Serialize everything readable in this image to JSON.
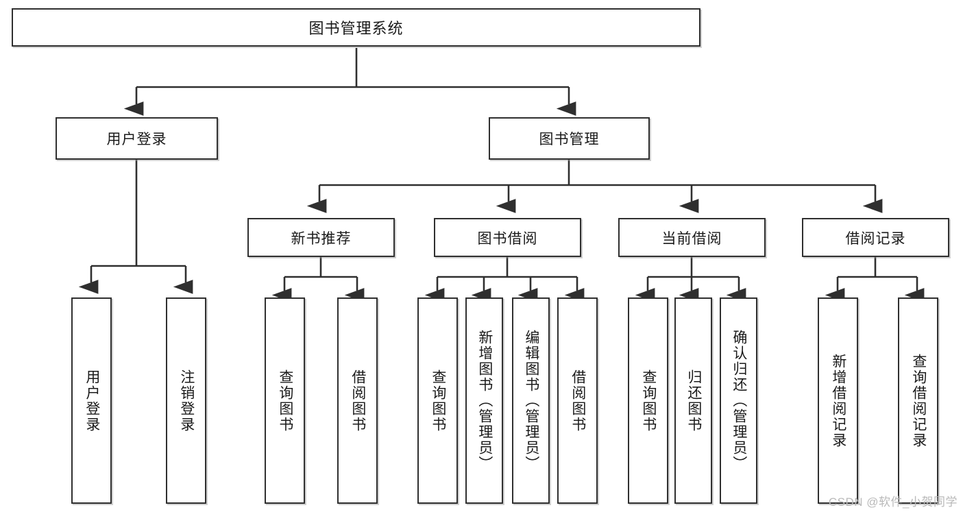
{
  "diagram": {
    "title": "图书管理系统",
    "type": "tree",
    "root": {
      "label": "图书管理系统"
    },
    "level1": [
      {
        "label": "用户登录"
      },
      {
        "label": "图书管理"
      }
    ],
    "level2": [
      {
        "label": "新书推荐"
      },
      {
        "label": "图书借阅"
      },
      {
        "label": "当前借阅"
      },
      {
        "label": "借阅记录"
      }
    ],
    "leaves": {
      "user_login": [
        {
          "label": "用户登录"
        },
        {
          "label": "注销登录"
        }
      ],
      "new_book_recommend": [
        {
          "label": "查询图书"
        },
        {
          "label": "借阅图书"
        }
      ],
      "book_borrow": [
        {
          "label": "查询图书"
        },
        {
          "label": "新增图书（管理员）"
        },
        {
          "label": "编辑图书（管理员）"
        },
        {
          "label": "借阅图书"
        }
      ],
      "current_borrow": [
        {
          "label": "查询图书"
        },
        {
          "label": "归还图书"
        },
        {
          "label": "确认归还（管理员）"
        }
      ],
      "borrow_record": [
        {
          "label": "新增借阅记录"
        },
        {
          "label": "查询借阅记录"
        }
      ]
    }
  },
  "watermark": {
    "text": "CSDN @软件_小贺同学"
  },
  "colors": {
    "background": "#ffffff",
    "border": "#2f2f2f",
    "text": "#1a1a1a",
    "wire": "#2f2f2f",
    "watermark": "#b9b9b9"
  }
}
